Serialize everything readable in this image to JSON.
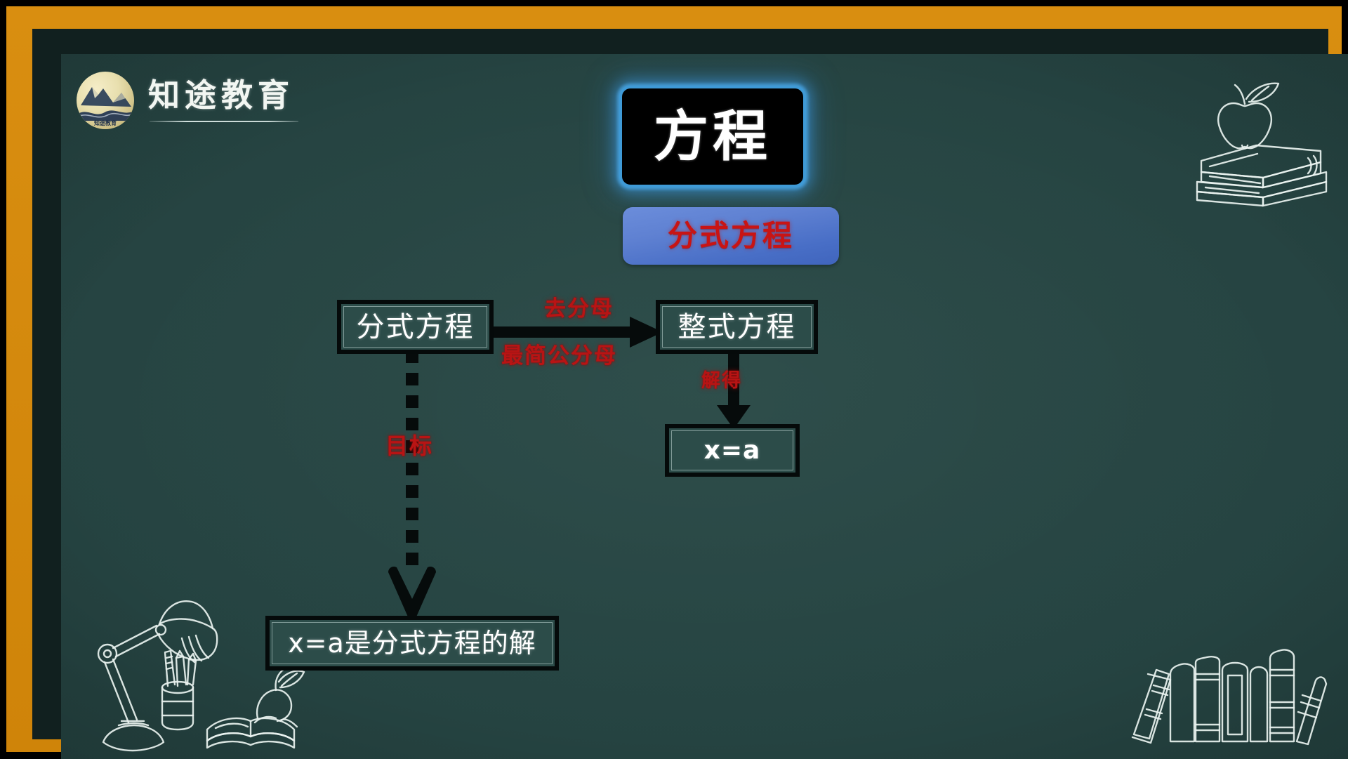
{
  "slide": {
    "frame_color": "#d4890d",
    "board_color": "#254341",
    "board_title": "方程"
  },
  "logo": {
    "name": "知途教育",
    "mark_icon": "mountain-circle-logo-icon"
  },
  "title": {
    "text": "方程",
    "box_background": "#000000",
    "glow_color": "#3f9ad6"
  },
  "subtitle": {
    "text": "分式方程",
    "text_color": "#c91414",
    "box_color": "#5f81d2"
  },
  "diagram": {
    "nodes": [
      {
        "id": "fractional-equation",
        "label": "分式方程"
      },
      {
        "id": "integral-equation",
        "label": "整式方程"
      },
      {
        "id": "x-equals-a",
        "label": "x=a"
      },
      {
        "id": "solution-statement",
        "label": "x=a是分式方程的解"
      }
    ],
    "edges": [
      {
        "id": "remove-denominator",
        "label": "去分母",
        "style": "solid-arrow",
        "color": "#b81414"
      },
      {
        "id": "least-common-denominator",
        "label": "最简公分母",
        "style": "solid-arrow",
        "color": "#b81414"
      },
      {
        "id": "solve-to-get",
        "label": "解得",
        "style": "solid-arrow",
        "color": "#b81414"
      },
      {
        "id": "goal",
        "label": "目标",
        "style": "dotted-arrow",
        "color": "#b81414"
      }
    ]
  },
  "decorations": [
    {
      "id": "books-apple",
      "icon": "apple-on-books-icon"
    },
    {
      "id": "desk-lamp-scene",
      "icon": "desk-lamp-book-pencils-icon"
    },
    {
      "id": "book-shelf-row",
      "icon": "row-of-books-icon"
    }
  ]
}
